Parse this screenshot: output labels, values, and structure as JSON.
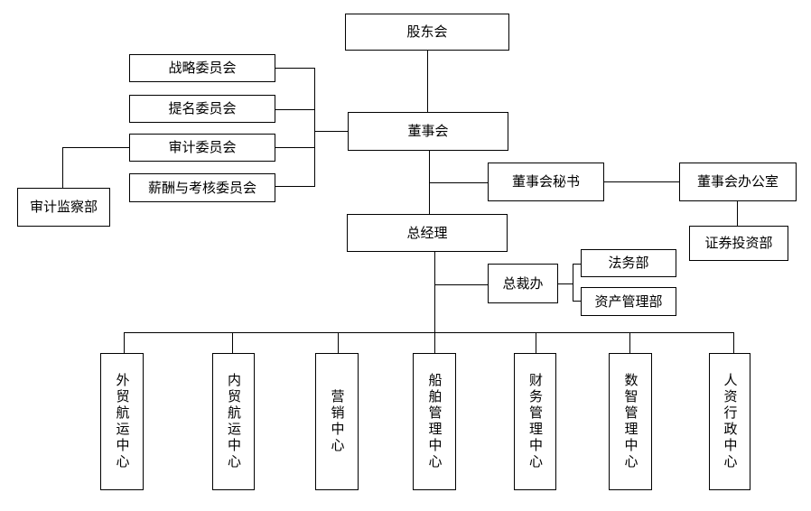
{
  "org_chart": {
    "shareholders": "股东会",
    "board": "董事会",
    "committees": {
      "strategy": "战略委员会",
      "nomination": "提名委员会",
      "audit": "审计委员会",
      "compensation": "薪酬与考核委员会"
    },
    "audit_dept": "审计监察部",
    "board_secretary": "董事会秘书",
    "board_office": "董事会办公室",
    "securities_dept": "证券投资部",
    "general_manager": "总经理",
    "president_office": "总裁办",
    "legal_dept": "法务部",
    "asset_dept": "资产管理部",
    "centers": {
      "foreign_shipping": "外贸航运中心",
      "domestic_shipping": "内贸航运中心",
      "marketing": "营销中心",
      "ship_management": "船舶管理中心",
      "finance": "财务管理中心",
      "digital": "数智管理中心",
      "hr_admin": "人资行政中心"
    }
  }
}
